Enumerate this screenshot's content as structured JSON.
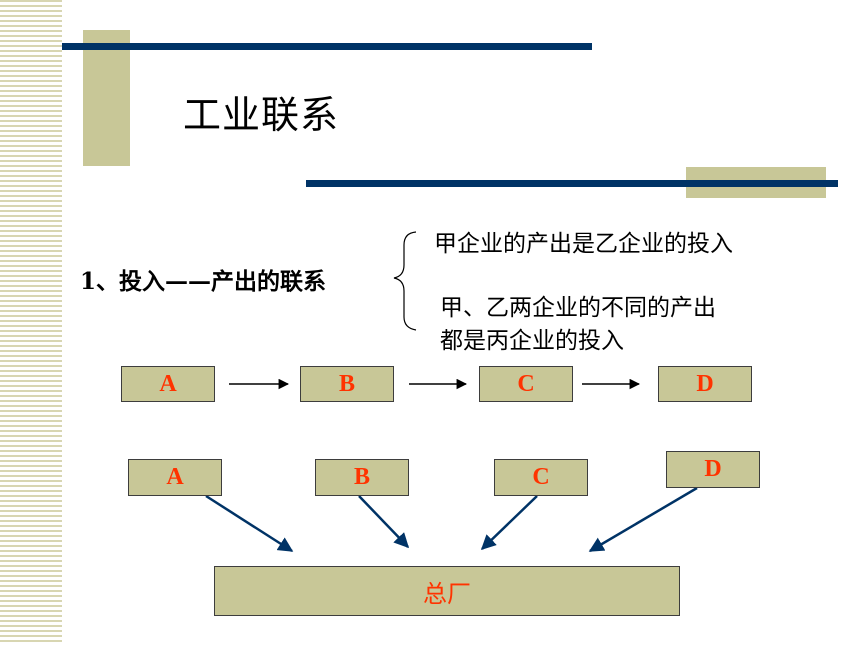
{
  "slide": {
    "title": "工业联系",
    "topic_label": "1、投入——产出的联系",
    "branch_1": "甲企业的产出是乙企业的投入",
    "branch_2_line1": "甲、乙两企业的不同的产出",
    "branch_2_line2": "都是丙企业的投入"
  },
  "chain_row": {
    "nodes": [
      "A",
      "B",
      "C",
      "D"
    ]
  },
  "converge_row": {
    "nodes": [
      "A",
      "B",
      "C",
      "D"
    ],
    "target": "总厂"
  },
  "colors": {
    "navy": "#003366",
    "tan": "#c8c797",
    "box_text": "#ff3300"
  }
}
